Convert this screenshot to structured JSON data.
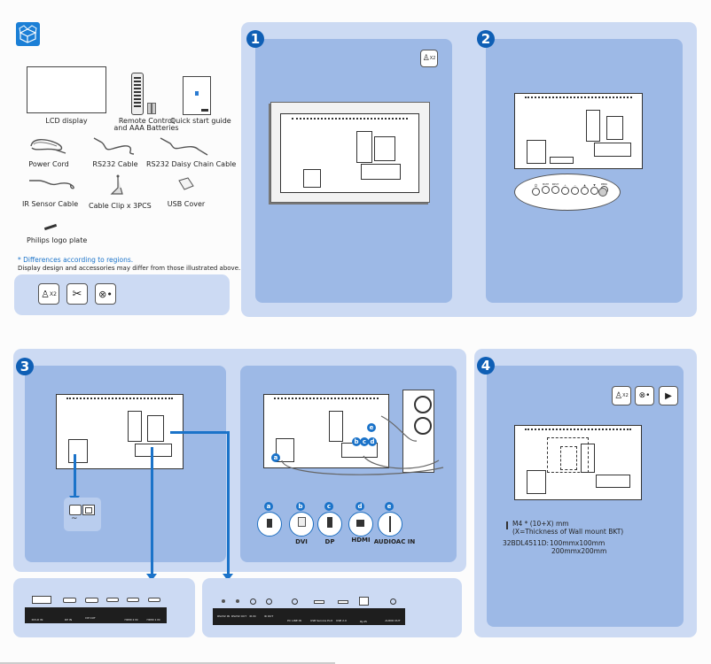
{
  "accessories": {
    "items": [
      {
        "label_line1": "LCD display",
        "label_line2": ""
      },
      {
        "label_line1": "Remote Control",
        "label_line2": "and AAA Batteries"
      },
      {
        "label_line1": "Quick start guide",
        "label_line2": ""
      },
      {
        "label_line1": "Power Cord",
        "label_line2": ""
      },
      {
        "label_line1": "RS232 Cable",
        "label_line2": ""
      },
      {
        "label_line1": "RS232 Daisy Chain Cable",
        "label_line2": ""
      },
      {
        "label_line1": "IR Sensor Cable",
        "label_line2": ""
      },
      {
        "label_line1": "Cable Clip x 3PCS",
        "label_line2": ""
      },
      {
        "label_line1": "USB Cover",
        "label_line2": ""
      },
      {
        "label_line1": "Philips logo plate",
        "label_line2": ""
      }
    ],
    "note_title": "* Differences according to regions.",
    "note_text": "Display design and accessories may differ from those illustrated above.",
    "tools_count": "X2"
  },
  "steps": {
    "step1": {
      "number": "1",
      "people_count": "X2"
    },
    "step2": {
      "number": "2",
      "buttons": [
        "MUTE",
        "INPUT",
        "+",
        "−",
        "▲",
        "▼",
        "MENU"
      ]
    },
    "step3": {
      "number": "3",
      "connectors": [
        {
          "badge": "a",
          "label": ""
        },
        {
          "badge": "b",
          "label": "DVI"
        },
        {
          "badge": "c",
          "label": "DP"
        },
        {
          "badge": "d",
          "label": "HDMI"
        },
        {
          "badge": "e",
          "label": "AUDIOAC IN"
        }
      ],
      "ac_symbol": "~",
      "strip_left_labels": [
        "DVI-D IN",
        "DP IN",
        "DP OUT",
        "",
        "HDMI 2 IN",
        "HDMI 1 IN"
      ],
      "strip_right_labels": [
        "RS232 IN",
        "RS232 OUT",
        "IR IN",
        "IR OUT",
        "PC LINE IN",
        "USB Service Port",
        "USB 2.0",
        "RJ-45",
        "AUDIO OUT"
      ]
    },
    "step4": {
      "number": "4",
      "people_count": "X2",
      "screw_spec": "M4 * (10+X) mm",
      "screw_note": "(X=Thickness of Wall mount BKT)",
      "model": "32BDL4511D:",
      "vesa1": "100mmx100mm",
      "vesa2": "200mmx200mm"
    }
  },
  "colors": {
    "accent": "#1b73c9",
    "badge": "#0f5fb5",
    "outer_panel": "#ccdaf3",
    "inner_panel": "#9db9e6",
    "note": "#1b73c9"
  }
}
